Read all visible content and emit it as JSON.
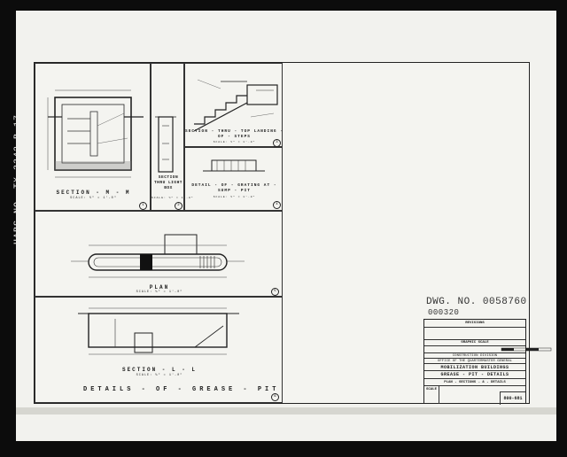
{
  "side_label": "HABS NO. TX-3342-B-17",
  "panels": {
    "section_mm": {
      "title": "SECTION - M - M",
      "scale": "SCALE: ½\" = 1'-0\"",
      "number": "1"
    },
    "section_light_box": {
      "title": "SECTION THRU LIGHT BOX",
      "scale": "SCALE: ½\" = 1'-0\"",
      "number": "2"
    },
    "section_steps": {
      "title": "SECTION - THRU - TOP LANDING - OF - STEPS",
      "scale": "SCALE: ½\" = 1'-0\"",
      "number": "3"
    },
    "detail_grating": {
      "title": "DETAIL - OF - GRATING AT - SUMP - PIT",
      "scale": "SCALE: ½\" = 1'-0\"",
      "number": "4"
    },
    "plan": {
      "title": "PLAN",
      "scale": "SCALE: ⅛\" = 1'-0\"",
      "number": "5"
    },
    "section_ll": {
      "title": "SECTION - L - L",
      "scale": "SCALE: ⅛\" = 1'-0\"",
      "number": "6"
    }
  },
  "main_title": "DETAILS - OF - GREASE - PIT",
  "drawing_number_handwritten": "DWG. NO. 0058760",
  "sheet_number_handwritten": "000320",
  "title_block": {
    "revisions": "REVISIONS",
    "graphic_scale": "GRAPHIC SCALE",
    "scale": "SCALE",
    "division": "CONSTRUCTION DIVISION",
    "office": "OFFICE OF THE QUARTERMASTER GENERAL",
    "project": "MOBILIZATION BUILDINGS",
    "subject": "GREASE - PIT - DETAILS",
    "sheet_desc": "PLAN - SECTIONS - & - DETAILS",
    "drawing_no": "800-681"
  }
}
